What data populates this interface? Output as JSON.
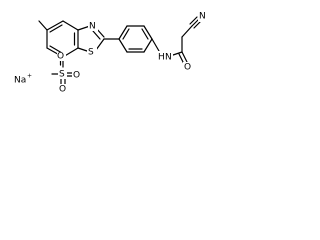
{
  "molecule": {
    "counterion": {
      "symbol": "Na",
      "charge": "+"
    },
    "atom_labels": {
      "sulfonate_sulfur": "S",
      "sulfonate_o_top": "O",
      "sulfonate_o_bottom": "O",
      "sulfonate_o_left": "O",
      "sulfonate_o_charge": "−",
      "thiazole_sulfur": "S",
      "thiazole_nitrogen": "N",
      "amide_nitrogen": "N",
      "amide_hydrogen": "H",
      "carbonyl_oxygen": "O",
      "nitrile_nitrogen": "N"
    }
  }
}
